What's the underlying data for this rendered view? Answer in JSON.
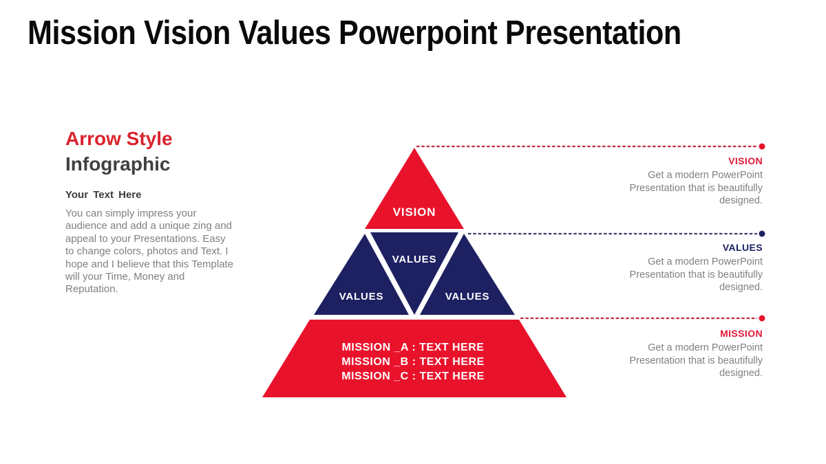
{
  "slide": {
    "title": "Mission Vision Values Powerpoint Presentation"
  },
  "left_panel": {
    "heading_accent": "Arrow Style",
    "heading": "Infographic",
    "subheading": "Your Text Here",
    "body_lines": [
      "You can simply impress your",
      "audience and add a unique zing and",
      "appeal to your Presentations. Easy",
      "to change colors, photos and Text. I",
      "hope and I believe that this Template",
      "will your Time, Money and",
      "Reputation."
    ]
  },
  "pyramid": {
    "vision_label": "VISION",
    "values_center_label": "VALUES",
    "values_left_label": "VALUES",
    "values_right_label": "VALUES",
    "mission_lines": [
      "MISSION _A : TEXT HERE",
      "MISSION _B : TEXT HERE",
      "MISSION _C : TEXT HERE"
    ]
  },
  "callouts": [
    {
      "id": "vision",
      "label": "VISION",
      "lines": [
        "Get a modern PowerPoint",
        "Presentation that is beautifully",
        "designed."
      ]
    },
    {
      "id": "values",
      "label": "VALUES",
      "lines": [
        "Get a modern PowerPoint",
        "Presentation that is beautifully",
        "designed."
      ]
    },
    {
      "id": "mission",
      "label": "MISSION",
      "lines": [
        "Get a modern PowerPoint",
        "Presentation that is beautifully",
        "designed."
      ]
    }
  ],
  "colors": {
    "red": "#e9122b",
    "navy": "#1d2162",
    "dash_red": "#bf2b40",
    "dash_navy": "#3b3f6e",
    "accent_red_text": "#d9232e",
    "gray_text": "#7f7f7f",
    "dark_text": "#404040",
    "title_black": "#0a0a0a"
  }
}
